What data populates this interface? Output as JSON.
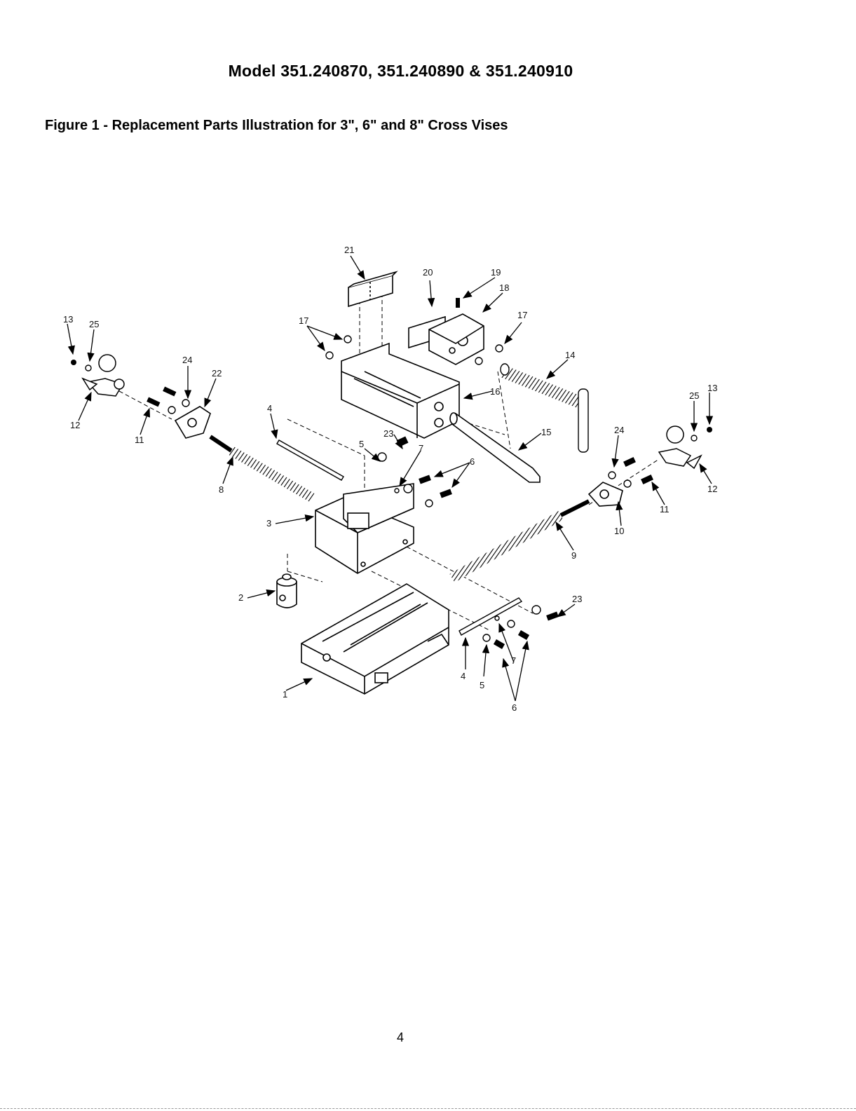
{
  "header": {
    "model": "Model 351.240870, 351.240890 & 351.240910",
    "figure_caption": "Figure 1 - Replacement Parts Illustration for 3\", 6\" and 8\" Cross Vises"
  },
  "callouts": [
    "1",
    "2",
    "3",
    "4",
    "4",
    "5",
    "5",
    "6",
    "6",
    "7",
    "7",
    "8",
    "9",
    "10",
    "11",
    "11",
    "12",
    "12",
    "13",
    "13",
    "14",
    "15",
    "16",
    "17",
    "17",
    "18",
    "19",
    "20",
    "21",
    "22",
    "23",
    "23",
    "24",
    "24",
    "25",
    "25"
  ],
  "page_number": "4"
}
